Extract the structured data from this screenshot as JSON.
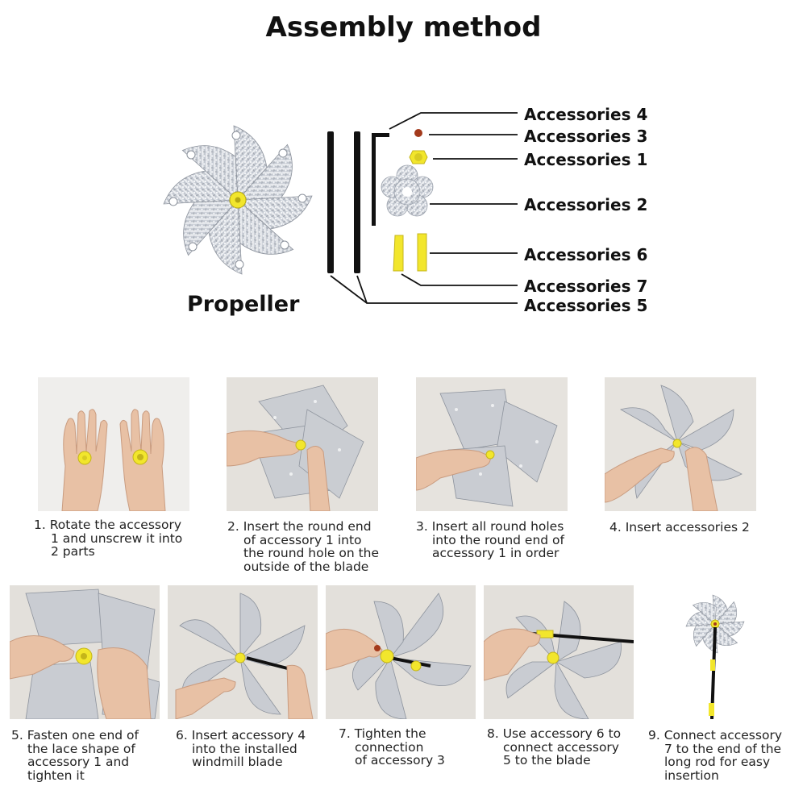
{
  "title": "Assembly method",
  "propeller_label": "Propeller",
  "accessories": [
    "Accessories 4",
    "Accessories 3",
    "Accessories 1",
    "Accessories 2",
    "Accessories 6",
    "Accessories 7",
    "Accessories 5"
  ],
  "steps": [
    {
      "lines": [
        "1. Rotate the accessory",
        "   1 and unscrew it into",
        "   2 parts"
      ]
    },
    {
      "lines": [
        "2. Insert the round end",
        "   of accessory 1 into",
        "   the round hole on the",
        "   outside of the blade"
      ]
    },
    {
      "lines": [
        "3. Insert all round holes",
        "   into the round end of",
        "   accessory 1 in order"
      ]
    },
    {
      "lines": [
        "4. Insert accessories 2"
      ]
    },
    {
      "lines": [
        "5. Fasten one end of",
        "   the lace shape of",
        "   accessory 1 and",
        "   tighten it"
      ]
    },
    {
      "lines": [
        "6. Insert accessory 4",
        "   into the installed",
        "   windmill blade"
      ]
    },
    {
      "lines": [
        "7. Tighten the",
        "   connection",
        "   of accessory 3"
      ]
    },
    {
      "lines": [
        "8. Use accessory 6 to",
        "   connect accessory",
        "   5 to the blade"
      ]
    },
    {
      "lines": [
        "9. Connect accessory",
        "   7 to the end of the",
        "   long rod for easy",
        "   insertion"
      ]
    }
  ],
  "colors": {
    "yellow": "#f2e62c",
    "rod": "#111111",
    "foil": "#c9ccd2",
    "skin": "#e8c1a5",
    "bead": "#a33a1c"
  }
}
